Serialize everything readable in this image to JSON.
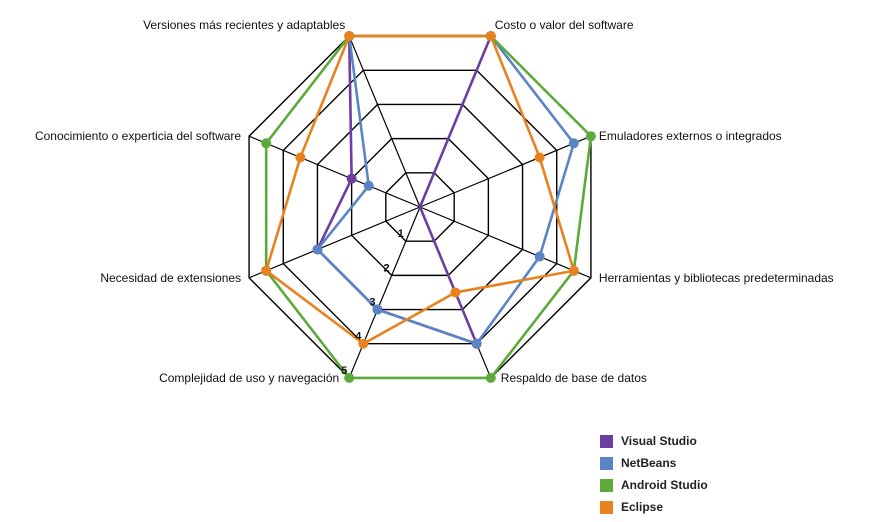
{
  "chart_data": {
    "type": "radar",
    "axes": [
      "Versiones más recientes y adaptables",
      "Costo o valor del software",
      "Emuladores externos o integrados",
      "Herramientas y bibliotecas predeterminadas",
      "Respaldo de base de datos",
      "Complejidad de uso y navegación",
      "Necesidad de extensiones",
      "Conocimiento o experticia del software"
    ],
    "ring_labels": [
      "1",
      "2",
      "3",
      "4",
      "5"
    ],
    "range": [
      0,
      5
    ],
    "legend_position": "bottom-right",
    "series": [
      {
        "name": "Visual Studio",
        "color": "#6b3fa0",
        "values": [
          5,
          5,
          0,
          0,
          4,
          3,
          3,
          2
        ]
      },
      {
        "name": "NetBeans",
        "color": "#5b84c4",
        "values": [
          5,
          5,
          4.5,
          3.5,
          4,
          3,
          3,
          1.5
        ]
      },
      {
        "name": "Android Studio",
        "color": "#5daa3a",
        "values": [
          5,
          5,
          5,
          4.5,
          5,
          5,
          4.5,
          4.5
        ]
      },
      {
        "name": "Eclipse",
        "color": "#e8821e",
        "values": [
          5,
          5,
          3.5,
          4.5,
          2.5,
          4,
          4.5,
          3.5
        ]
      }
    ]
  }
}
